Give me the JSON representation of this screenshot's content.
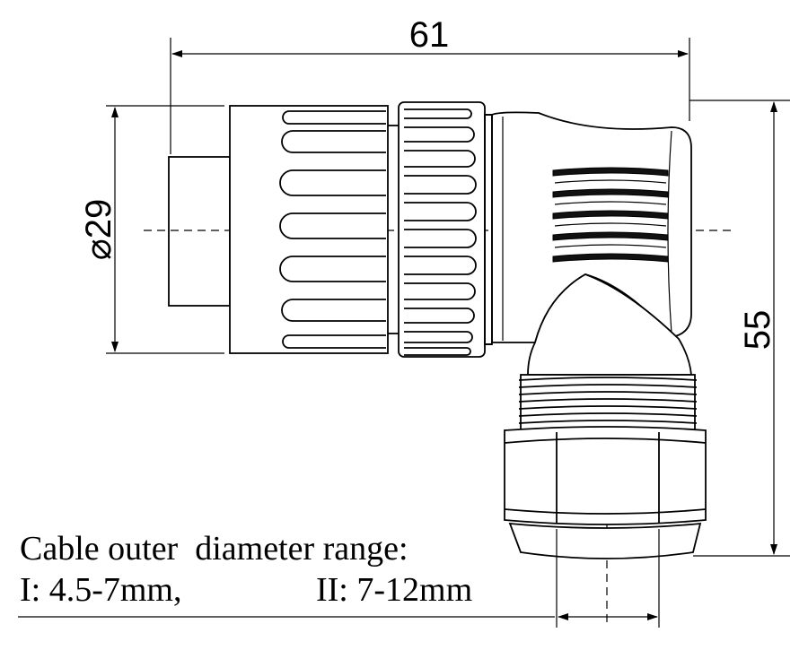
{
  "dimensions": {
    "width": "61",
    "diameter": "⌀29",
    "height": "55"
  },
  "note": {
    "line1": "Cable outer  diameter range:",
    "line2_part1": "I: 4.5-7mm,",
    "line2_part2": "II: 7-12mm"
  }
}
